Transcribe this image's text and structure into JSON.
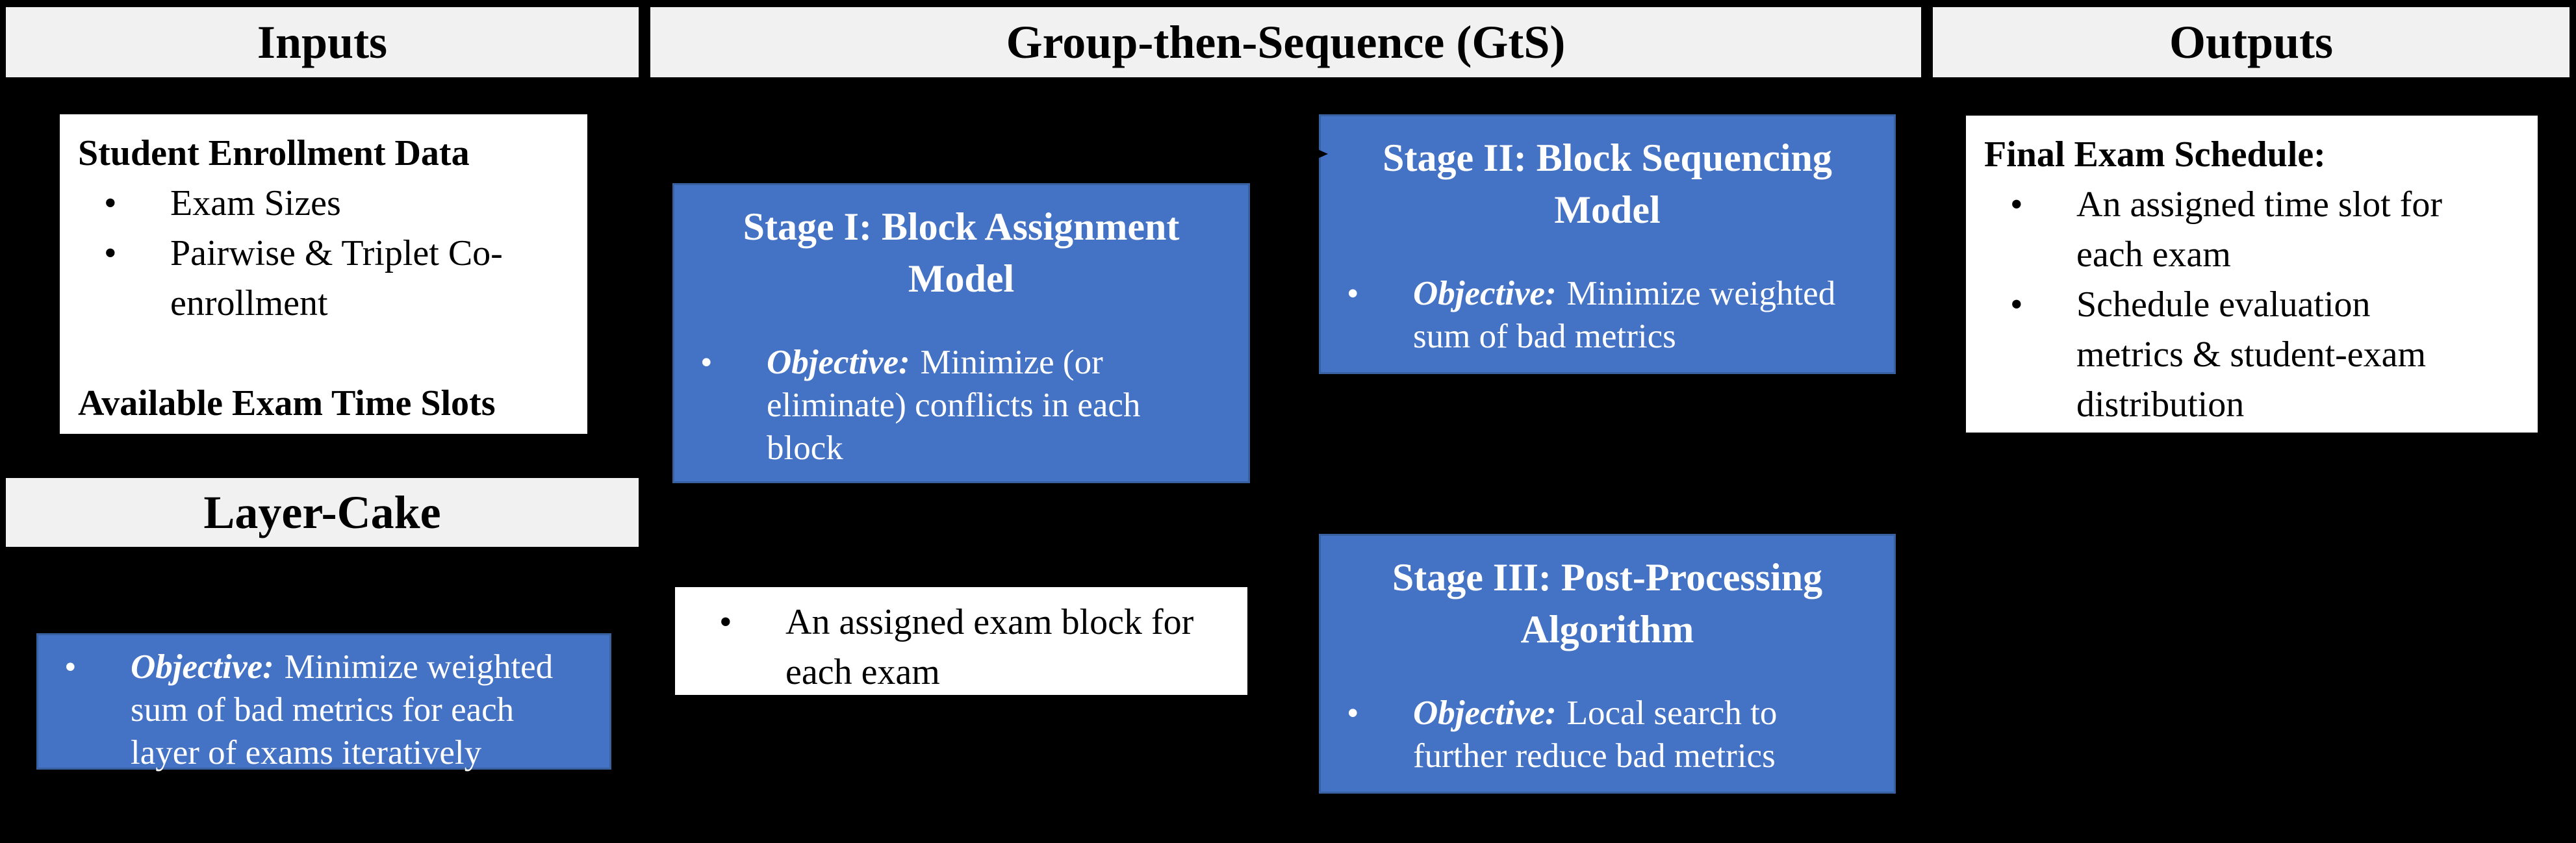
{
  "ui": {
    "bullet": "•"
  },
  "colors": {
    "background": "#000000",
    "header_fill": "#F1F1F1",
    "box_white": "#FFFFFF",
    "box_blue": "#4472C4",
    "text_dark": "#000000",
    "text_light": "#FFFFFF"
  },
  "headers": {
    "inputs": "Inputs",
    "gts": "Group-then-Sequence (GtS)",
    "outputs": "Outputs",
    "layer_cake": "Layer-Cake"
  },
  "enrollment_box": {
    "title": "Student Enrollment Data",
    "bullets": [
      {
        "lines": [
          "Exam Sizes"
        ]
      },
      {
        "lines": [
          "Pairwise & Triplet Co-",
          "enrollment"
        ]
      }
    ],
    "footer": "Available Exam Time Slots"
  },
  "layer_cake_box": {
    "objective_label": "Objective:",
    "objective_lines": [
      "Minimize weighted",
      "sum of bad metrics for each",
      "layer of exams iteratively"
    ]
  },
  "stage1_box": {
    "title_lines": [
      "Stage I: Block Assignment",
      "Model"
    ],
    "objective_label": "Objective:",
    "objective_lines": [
      "Minimize (or",
      "eliminate) conflicts in each",
      "block"
    ]
  },
  "stage1_output_box": {
    "lines": [
      "An assigned exam block for",
      "each exam"
    ]
  },
  "stage2_box": {
    "title_lines": [
      "Stage II: Block Sequencing",
      "Model"
    ],
    "objective_label": "Objective:",
    "objective_lines": [
      "Minimize weighted",
      "sum of bad metrics"
    ]
  },
  "stage3_box": {
    "title_lines": [
      "Stage III: Post-Processing",
      "Algorithm"
    ],
    "objective_label": "Objective:",
    "objective_lines": [
      "Local search to",
      "further reduce bad metrics"
    ]
  },
  "outputs_box": {
    "title": "Final Exam Schedule:",
    "bullets": [
      {
        "lines": [
          "An assigned time slot for",
          "each exam"
        ]
      },
      {
        "lines": [
          "Schedule evaluation",
          "metrics & student-exam",
          "distribution"
        ]
      }
    ]
  }
}
